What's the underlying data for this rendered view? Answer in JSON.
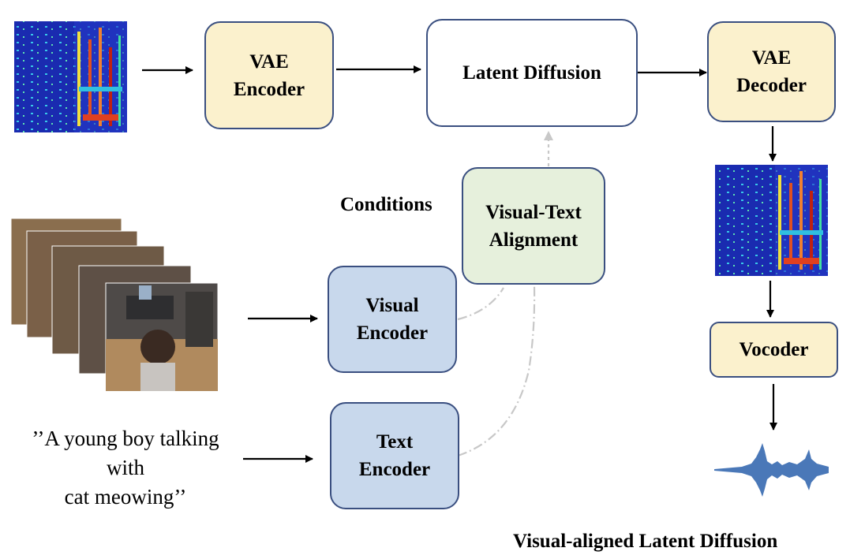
{
  "nodes": {
    "vae_encoder": "VAE\nEncoder",
    "latent_diffusion": "Latent Diffusion",
    "vae_decoder": "VAE\nDecoder",
    "visual_text_alignment": "Visual-Text\nAlignment",
    "visual_encoder": "Visual\nEncoder",
    "text_encoder": "Text\nEncoder",
    "vocoder": "Vocoder"
  },
  "labels": {
    "conditions": "Conditions",
    "caption_input": "’’A young boy talking\nwith\ncat meowing’’",
    "figure_title": "Visual-aligned Latent Diffusion"
  },
  "images": {
    "input_spectrogram": "spectrogram",
    "output_spectrogram": "spectrogram",
    "video_frames": "video-frames",
    "waveform": "audio-waveform"
  },
  "colors": {
    "box_border": "#3a4f80",
    "vae_fill": "#fbf1cd",
    "alignment_fill": "#e6f0dc",
    "encoder_fill": "#c8d8ec",
    "waveform": "#4a78b8",
    "spectrogram_bg": "#1a2bb0"
  }
}
